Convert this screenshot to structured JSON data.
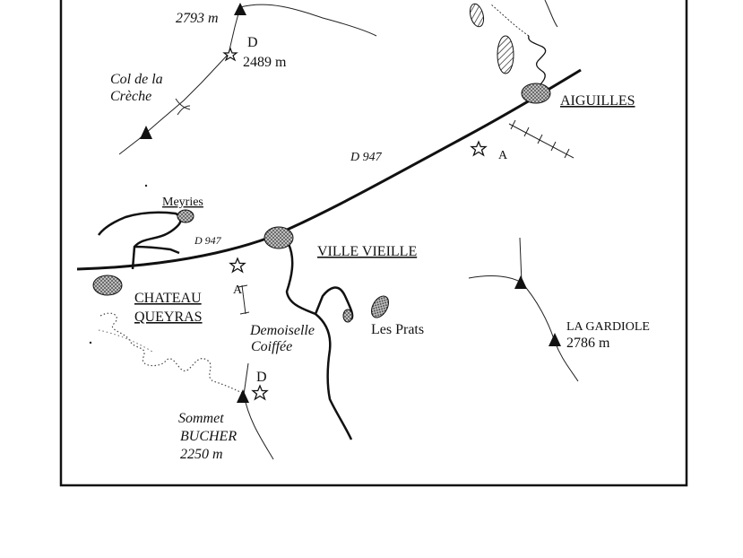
{
  "map": {
    "peaks": {
      "top": "2793 m",
      "cheche_depart": "2489 m",
      "gardiole_name": "LA GARDIOLE",
      "gardiole_alt": "2786 m",
      "bucher_line1": "Sommet",
      "bucher_line2": "BUCHER",
      "bucher_line3": "2250 m"
    },
    "col": {
      "line1": "Col de la",
      "line2": "Crèche"
    },
    "roads": {
      "d947_upper": "D 947",
      "d947_lower": "D 947"
    },
    "villages": {
      "aiguilles": "AIGUILLES",
      "ville_vieille": "VILLE VIEILLE",
      "chateau_line1": "CHATEAU",
      "chateau_line2": "QUEYRAS",
      "meyries": "Meyries",
      "les_prats": "Les Prats"
    },
    "features": {
      "demoiselle_line1": "Demoiselle",
      "demoiselle_line2": "Coiffée"
    },
    "markers": {
      "depart_top": "D",
      "depart_bottom": "D",
      "arrivee_right": "A",
      "arrivee_left": "A"
    }
  }
}
